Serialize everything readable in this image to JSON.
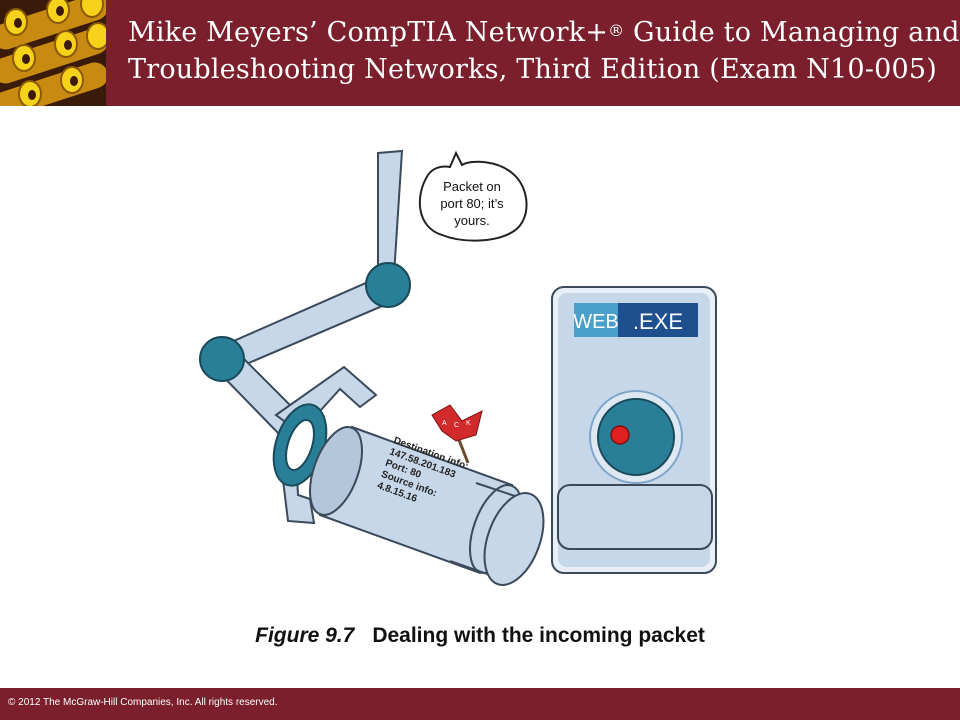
{
  "header": {
    "title_line1": "Mike Meyers’ CompTIA Network+",
    "title_registered": "®",
    "title_line1_end": " Guide to Managing and",
    "title_line2": "Troubleshooting Networks, Third Edition (Exam N10-005)"
  },
  "figure": {
    "speech_line1": "Packet on",
    "speech_line2": "port 80; it’s",
    "speech_line3": "yours.",
    "packet_lines": [
      "Destination info:",
      "147.58.201.183",
      "Port: 80",
      "Source info:",
      "4.8.15.16"
    ],
    "flag_letters": [
      "A",
      "C",
      "K"
    ],
    "app_label_web": "WEB",
    "app_label_exe": ".EXE"
  },
  "caption": {
    "figure_number": "Figure 9.7",
    "text": "Dealing with the incoming packet"
  },
  "footer": {
    "copyright": "© 2012 The McGraw-Hill Companies, Inc. All rights reserved."
  },
  "colors": {
    "header_bg": "#7a1f2b",
    "arm_fill": "#c7d7ea",
    "joint": "#2a7f98",
    "exe_blue": "#1e4f8e"
  }
}
